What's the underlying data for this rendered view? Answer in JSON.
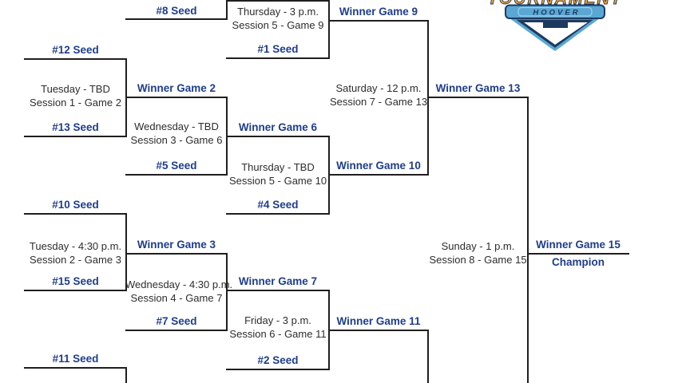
{
  "logo": {
    "title": "TOURNAMENT",
    "subtitle": "HOOVER",
    "colors": {
      "navy": "#1c3a60",
      "light_blue": "#5aa7d3",
      "orange": "#e9a23b",
      "white": "#ffffff"
    }
  },
  "bracket": {
    "line_color": "#1f1f1f",
    "label_color": "#1e3d8b",
    "text_color": "#2d2d2d",
    "seeds": {
      "s8": "#8 Seed",
      "s1": "#1 Seed",
      "s12": "#12 Seed",
      "s13": "#13 Seed",
      "s5": "#5 Seed",
      "s4": "#4 Seed",
      "s10": "#10 Seed",
      "s15": "#15 Seed",
      "s7": "#7 Seed",
      "s2": "#2 Seed",
      "s11": "#11 Seed"
    },
    "winners": {
      "g2": "Winner Game 2",
      "g3": "Winner Game 3",
      "g6": "Winner Game 6",
      "g7": "Winner Game 7",
      "g9": "Winner Game 9",
      "g10": "Winner Game 10",
      "g11": "Winner Game 11",
      "g13": "Winner Game 13",
      "g15": "Winner Game 15"
    },
    "champion": "Champion",
    "schedules": {
      "g2": {
        "when": "Tuesday - TBD",
        "slot": "Session 1 - Game 2"
      },
      "g3": {
        "when": "Tuesday - 4:30 p.m.",
        "slot": "Session 2 - Game 3"
      },
      "g6": {
        "when": "Wednesday - TBD",
        "slot": "Session 3 - Game 6"
      },
      "g7": {
        "when": "Wednesday - 4:30 p.m.",
        "slot": "Session 4 - Game 7"
      },
      "g9": {
        "when": "Thursday - 3 p.m.",
        "slot": "Session 5 - Game 9"
      },
      "g10": {
        "when": "Thursday - TBD",
        "slot": "Session 5 - Game 10"
      },
      "g11": {
        "when": "Friday - 3 p.m.",
        "slot": "Session 6 - Game 11"
      },
      "g13": {
        "when": "Saturday - 12 p.m.",
        "slot": "Session 7 - Game 13"
      },
      "g15": {
        "when": "Sunday - 1 p.m.",
        "slot": "Session 8 - Game 15"
      }
    }
  }
}
